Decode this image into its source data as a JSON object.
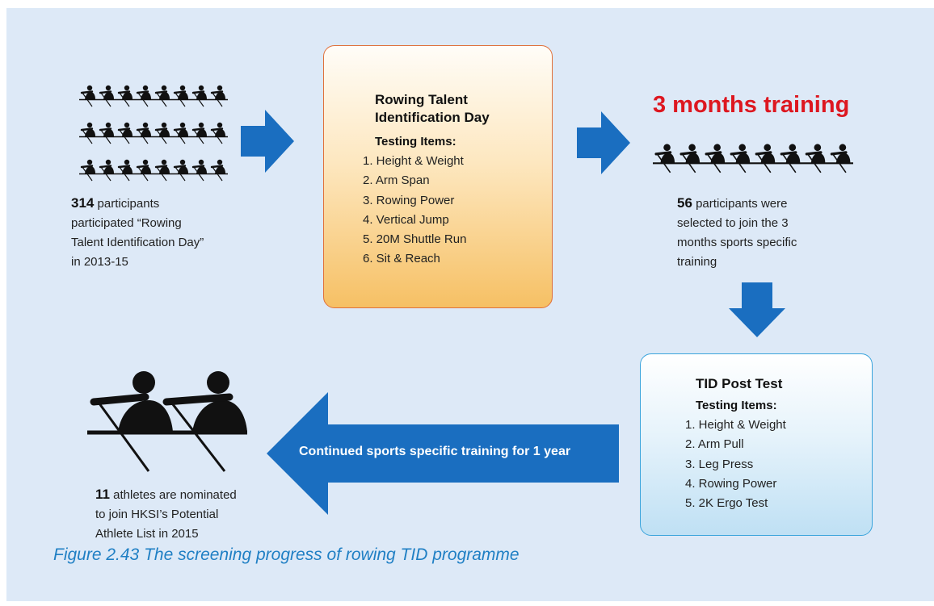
{
  "step1": {
    "count": "314",
    "lines": [
      "participants",
      "participated “Rowing",
      "Talent Identification Day”",
      "in 2013-15"
    ]
  },
  "step2": {
    "title_line1": "Rowing Talent",
    "title_line2": "Identification Day",
    "subtitle": "Testing Items:",
    "items": [
      "1.  Height & Weight",
      "2.  Arm Span",
      "3.  Rowing Power",
      "4.  Vertical Jump",
      "5.  20M Shuttle Run",
      "6.  Sit & Reach"
    ]
  },
  "step3": {
    "heading": "3 months training",
    "count": "56",
    "lines": [
      "participants were",
      "selected to join the 3",
      "months sports specific",
      "training"
    ]
  },
  "step4": {
    "title": "TID Post Test",
    "subtitle": "Testing Items:",
    "items": [
      "1.  Height & Weight",
      "2.  Arm Pull",
      "3.  Leg Press",
      "4.  Rowing Power",
      "5.  2K Ergo Test"
    ]
  },
  "arrow_label": "Continued sports specific training for 1 year",
  "step5": {
    "count": "11",
    "lines": [
      "athletes are nominated",
      "to join HKSI’s Potential",
      "Athlete List in 2015"
    ]
  },
  "figure_caption": "Figure 2.43 The screening progress of rowing TID programme",
  "colors": {
    "background": "#dde9f7",
    "arrow": "#1a6ec0",
    "orange_border": "#e0703a",
    "blue_border": "#3aa4dc",
    "heading_red": "#dd1720",
    "caption_blue": "#1f7fc4"
  }
}
